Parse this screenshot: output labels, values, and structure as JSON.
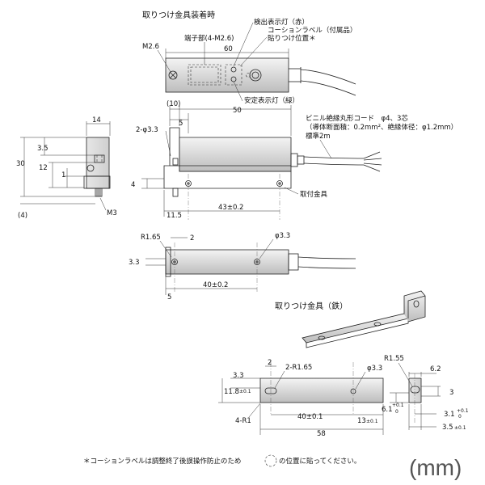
{
  "headings": {
    "mounted": "取りつけ金具装着時",
    "bracket": "取りつけ金具（鉄）"
  },
  "top_view": {
    "m26": "M2.6",
    "width60": "60",
    "terminal": "端子部(4-M2.6)",
    "detect_lamp": "検出表示灯（赤）",
    "caution_label": "コーションラベル（付属品）",
    "attach_position": "貼りつけ位置＊",
    "stable_lamp": "安定表示灯（緑）"
  },
  "front_view": {
    "d14": "14",
    "d10": "(10)",
    "d50": "50",
    "d5": "5",
    "hole": "2-φ3.3",
    "d35": "3.5",
    "d30": "30",
    "d12": "12",
    "d1": "1",
    "d4": "4",
    "d4p": "(4)",
    "m3": "M3",
    "d115": "11.5",
    "d43": "43±0.2",
    "cord1": "ビニル絶縁丸形コード　φ4、3芯",
    "cord2": "（導体断面積：0.2mm²、絶縁体径：φ1.2mm）",
    "cord3": "標準2m",
    "fixture": "取付金具"
  },
  "bottom_view": {
    "r165": "R1.65",
    "d2": "2",
    "phi33": "φ3.3",
    "d33": "3.3",
    "d5": "5",
    "d40": "40±0.2"
  },
  "bracket_view": {
    "d2": "2",
    "r165": "2-R1.65",
    "phi33": "φ3.3",
    "r155": "R1.55",
    "d62": "6.2",
    "d33": "3.3",
    "d118": "11.8",
    "tol01": "±0.1",
    "r1": "4-R1",
    "d40": "40±0.1",
    "d13": "13",
    "d58": "58",
    "d3": "3",
    "d61": "6.1",
    "d31": "3.1",
    "d35": "3.5",
    "tol_p01": "+0.1",
    "tol_m0": "0"
  },
  "footnote": {
    "before": "＊コーションラベルは調整終了後誤操作防止のため",
    "after": "の位置に貼ってください。"
  },
  "unit": "(mm)"
}
